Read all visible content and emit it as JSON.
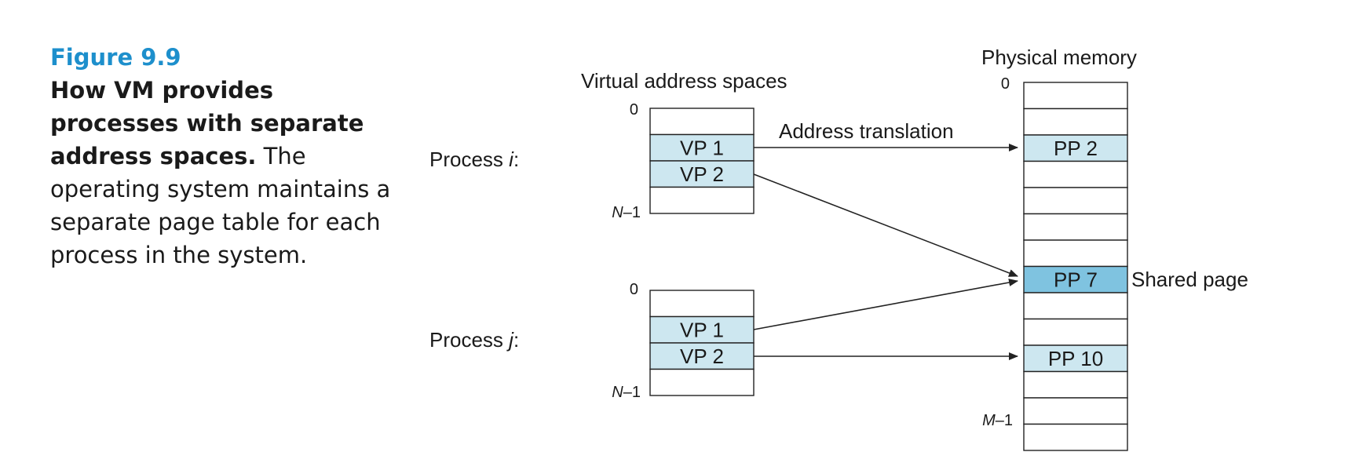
{
  "caption": {
    "figure_label": "Figure 9.9",
    "title": "How VM provides processes with separate address spaces.",
    "body": "The operating system maintains a separate page table for each process in the system."
  },
  "diagram": {
    "virtual_header": "Virtual address spaces",
    "physical_header": "Physical memory",
    "translation_label": "Address translation",
    "shared_label": "Shared page",
    "process_i": {
      "label_prefix": "Process ",
      "label_var": "i",
      "label_suffix": ":",
      "top_index": "0",
      "bottom_var": "N",
      "bottom_suffix": "–1",
      "pages": [
        "",
        "VP 1",
        "VP 2",
        ""
      ]
    },
    "process_j": {
      "label_prefix": "Process ",
      "label_var": "j",
      "label_suffix": ":",
      "top_index": "0",
      "bottom_var": "N",
      "bottom_suffix": "–1",
      "pages": [
        "",
        "VP 1",
        "VP 2",
        ""
      ]
    },
    "physical": {
      "top_index": "0",
      "bottom_var": "M",
      "bottom_suffix": "–1",
      "pages": [
        "",
        "",
        "PP 2",
        "",
        "",
        "",
        "",
        "PP 7",
        "",
        "",
        "PP 10",
        "",
        "",
        ""
      ]
    },
    "colors": {
      "page_fill": "#cde7f0",
      "shared_fill": "#7fc3e0",
      "empty_fill": "#ffffff",
      "accent": "#1d8fcc"
    },
    "mappings": [
      {
        "from": "process_i.VP 1",
        "to": "PP 2"
      },
      {
        "from": "process_i.VP 2",
        "to": "PP 7"
      },
      {
        "from": "process_j.VP 1",
        "to": "PP 7"
      },
      {
        "from": "process_j.VP 2",
        "to": "PP 10"
      }
    ]
  }
}
